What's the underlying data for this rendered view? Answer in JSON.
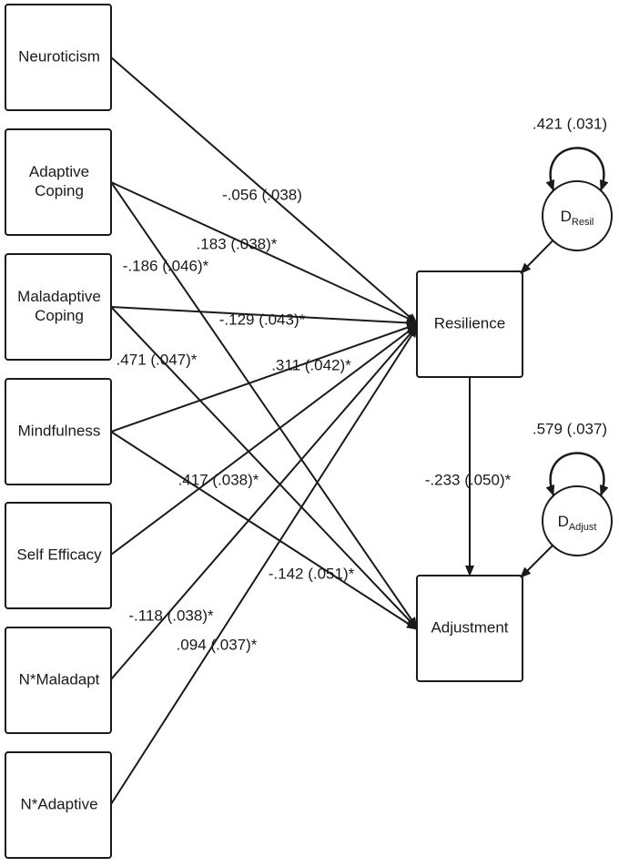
{
  "colors": {
    "stroke": "#1a1a1a",
    "background": "#ffffff"
  },
  "predictors": [
    {
      "id": "neuroticism",
      "lines": [
        "Neuroticism"
      ]
    },
    {
      "id": "adaptive-coping",
      "lines": [
        "Adaptive",
        "Coping"
      ]
    },
    {
      "id": "maladaptive-coping",
      "lines": [
        "Maladaptive",
        "Coping"
      ]
    },
    {
      "id": "mindfulness",
      "lines": [
        "Mindfulness"
      ]
    },
    {
      "id": "self-efficacy",
      "lines": [
        "Self Efficacy"
      ]
    },
    {
      "id": "n-maladapt",
      "lines": [
        "N*Maladapt"
      ]
    },
    {
      "id": "n-adaptive",
      "lines": [
        "N*Adaptive"
      ]
    }
  ],
  "outcomes": {
    "resilience": {
      "label": "Resilience"
    },
    "adjustment": {
      "label": "Adjustment"
    }
  },
  "disturbances": {
    "resil": {
      "main": "D",
      "sub": "Resil",
      "variance": ".421 (.031)"
    },
    "adjust": {
      "main": "D",
      "sub": "Adjust",
      "variance": ".579 (.037)"
    }
  },
  "paths": [
    {
      "from": "neuroticism",
      "to": "resilience",
      "label": "-.056 (.038)"
    },
    {
      "from": "adaptive-coping",
      "to": "resilience",
      "label": ".183 (.038)*"
    },
    {
      "from": "adaptive-coping",
      "to": "adjustment",
      "label": "-.186 (.046)*"
    },
    {
      "from": "maladaptive-coping",
      "to": "resilience",
      "label": "-.129 (.043)*"
    },
    {
      "from": "maladaptive-coping",
      "to": "adjustment",
      "label": ".471 (.047)*"
    },
    {
      "from": "mindfulness",
      "to": "resilience",
      "label": ".311 (.042)*"
    },
    {
      "from": "mindfulness",
      "to": "adjustment",
      "label": "-.142 (.051)*"
    },
    {
      "from": "self-efficacy",
      "to": "resilience",
      "label": ".417 (.038)*"
    },
    {
      "from": "n-maladapt",
      "to": "resilience",
      "label": "-.118 (.038)*"
    },
    {
      "from": "n-adaptive",
      "to": "resilience",
      "label": ".094 (.037)*"
    },
    {
      "from": "resilience",
      "to": "adjustment",
      "label": "-.233 (.050)*"
    }
  ]
}
